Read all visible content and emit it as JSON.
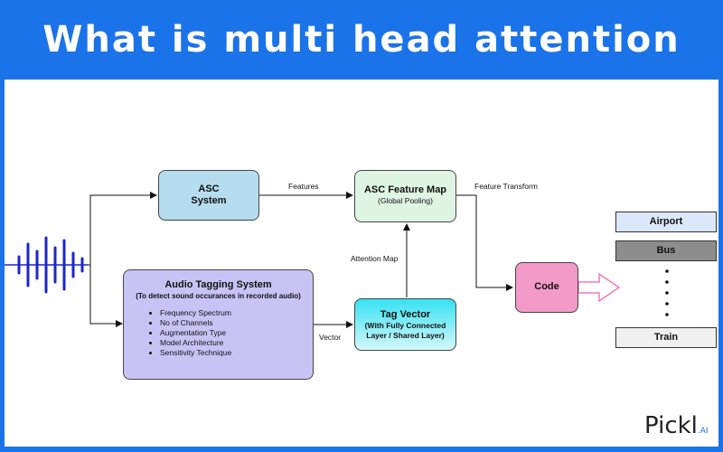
{
  "header": {
    "title": "What is multi head attention"
  },
  "nodes": {
    "asc_system": {
      "title": "ASC\nSystem"
    },
    "asc_feature_map": {
      "title": "ASC Feature Map",
      "subtitle": "(Global Pooling)"
    },
    "audio_tagging": {
      "title": "Audio Tagging System",
      "subtitle": "(To detect sound occurances in recorded audio)",
      "items": [
        "Frequency Spectrum",
        "No of Channels",
        "Augmentation Type",
        "Model Architecture",
        "Sensitivity Technique"
      ]
    },
    "tag_vector": {
      "title": "Tag Vector",
      "subtitle": "(With Fully Connected Layer / Shared Layer)"
    },
    "code": {
      "title": "Code"
    }
  },
  "edge_labels": {
    "features": "Features",
    "feature_transform": "Feature Transform",
    "attention_map": "Attention Map",
    "vector": "Vector"
  },
  "classes": [
    "Airport",
    "Bus",
    "Train"
  ],
  "logo": {
    "text": "Pickl",
    "suffix": ".AI"
  },
  "colors": {
    "header_bg": "#1a73e8",
    "asc_system": "#b5dcef",
    "asc_feature_map": "#dff5e3",
    "audio_tagging": "#c7c3f5",
    "tag_vector_top": "#37e1f3",
    "tag_vector_bottom": "#d4f8fb",
    "code": "#f49ac8",
    "airport": "#dbe8fb",
    "bus": "#8d8d8d",
    "train": "#f0f0f0",
    "waveform": "#1c26c9"
  }
}
